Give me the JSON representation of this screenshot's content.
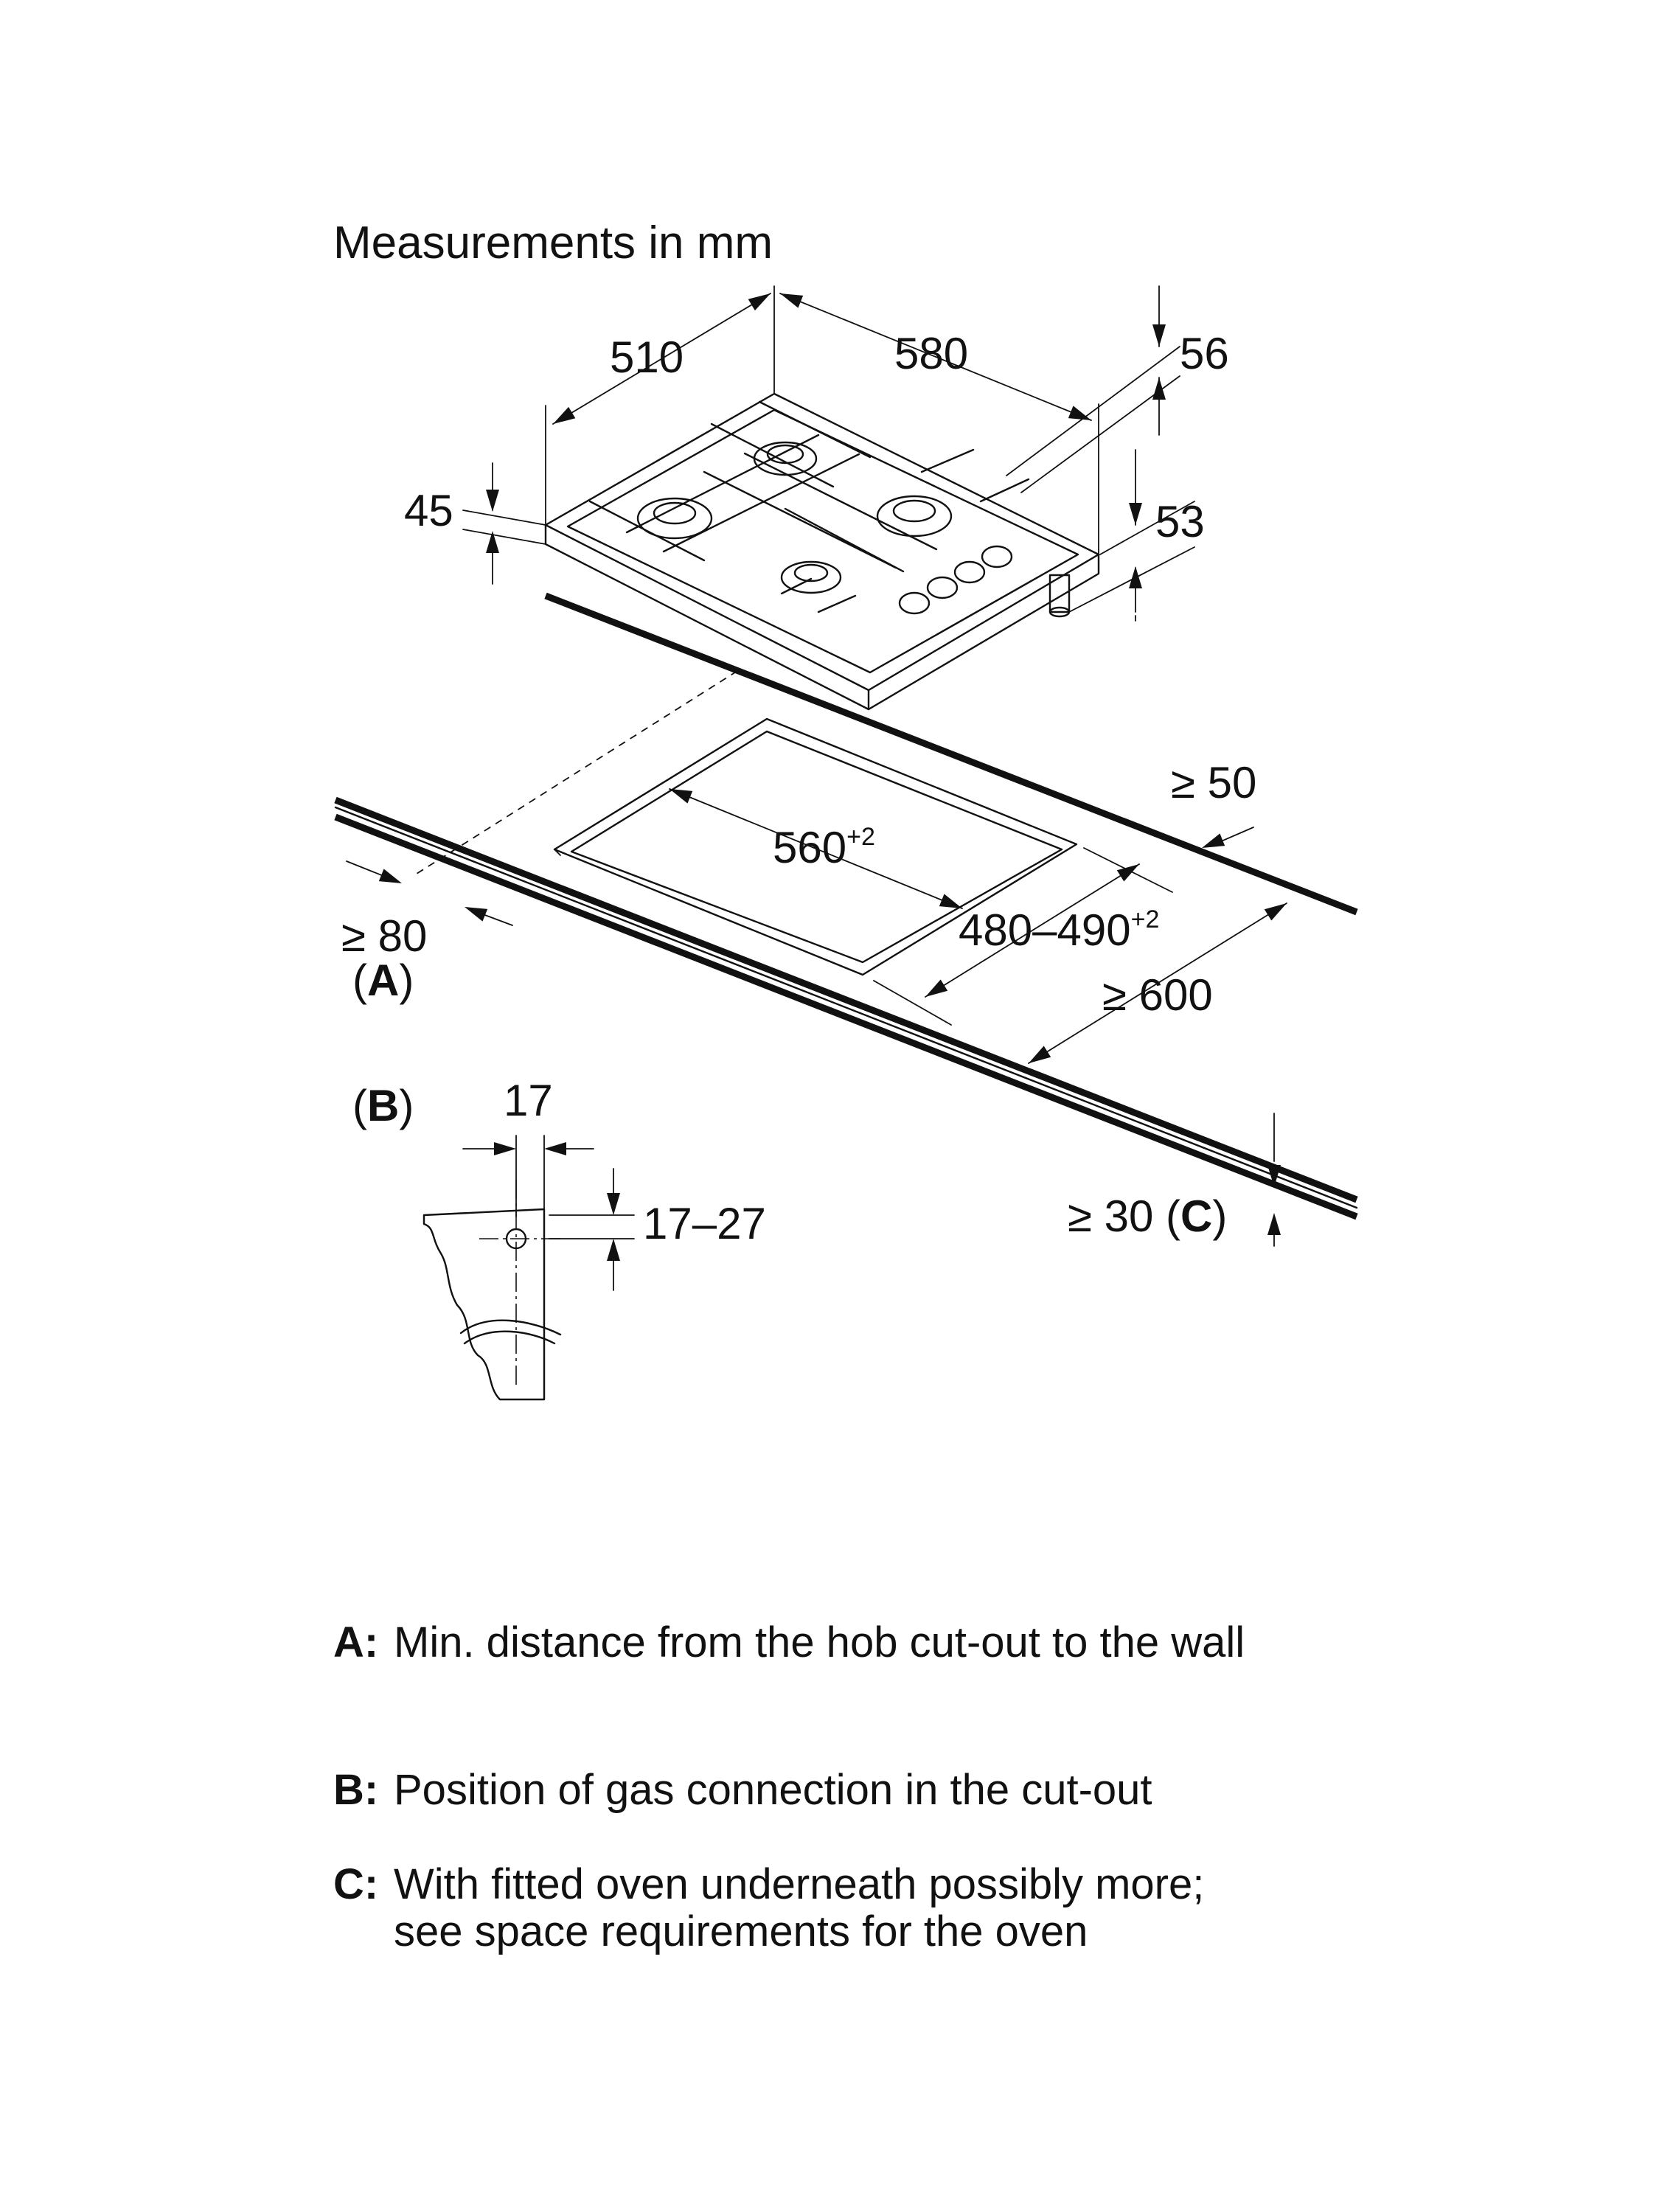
{
  "heading": "Measurements in mm",
  "hob_dimensions": {
    "width": "510",
    "depth": "580",
    "height_left": "45",
    "height_right_top": "56",
    "height_right_bottom": "53"
  },
  "cutout": {
    "length": "560",
    "length_tol": "+2",
    "width": "480–490",
    "width_tol": "+2",
    "min_rear": "≥ 50",
    "min_wall": "≥ 80",
    "worktop_depth": "≥ 600",
    "worktop_thickness": "≥ 30"
  },
  "markers": {
    "A": "A",
    "B": "B",
    "C": "C"
  },
  "gas_connection": {
    "offset": "17",
    "height_range": "17–27"
  },
  "legend": [
    {
      "key": "A:",
      "text": "Min. distance from the hob cut-out to the wall"
    },
    {
      "key": "B:",
      "text": "Position of gas connection in the cut-out"
    },
    {
      "key": "C:",
      "text": "With fitted oven underneath possibly more; see space requirements for the oven"
    }
  ]
}
